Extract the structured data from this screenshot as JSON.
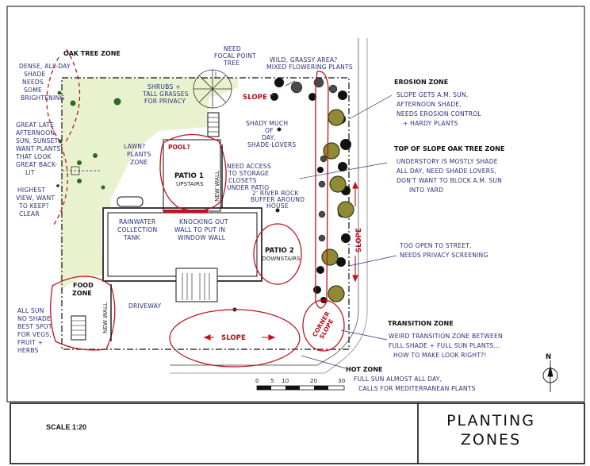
{
  "zones": {
    "oak_tree": "OAK TREE ZONE",
    "erosion": "EROSION ZONE",
    "top_of_slope": "TOP OF SLOPE OAK TREE ZONE",
    "transition": "TRANSITION ZONE",
    "hot": "HOT ZONE",
    "food": [
      "FOOD",
      "ZONE"
    ]
  },
  "notes": {
    "dense_shade": [
      "DENSE, ALL-DAY",
      "SHADE",
      "NEEDS",
      "SOME",
      "BRIGHTENING"
    ],
    "great_late": [
      "GREAT LATE",
      "AFTERNOON",
      "SUN, SUNSET",
      "WANT PLANTS",
      "THAT LOOK",
      "GREAT BACK-",
      "LIT"
    ],
    "highest_view": [
      "HIGHEST",
      "VIEW, WANT",
      "TO KEEP?",
      "CLEAR"
    ],
    "need_focal": [
      "NEED",
      "FOCAL POINT",
      "TREE"
    ],
    "wild_grassy": [
      "WILD, GRASSY AREA?",
      "MIXED FLOWERING PLANTS"
    ],
    "shrubs": [
      "SHRUBS +",
      "TALL GRASSES",
      "FOR PRIVACY"
    ],
    "lawn": [
      "LAWN?",
      "PLANTS",
      "ZONE"
    ],
    "shady": [
      "SHADY MUCH",
      "OF",
      "DAY,",
      "SHADE-LOVERS"
    ],
    "need_access": [
      "NEED ACCESS",
      "TO STORAGE",
      "CLOSETS",
      "UNDER PATIO"
    ],
    "river_rock": [
      "2' RIVER ROCK",
      "BUFFER AROUND",
      "HOUSE"
    ],
    "rainwater": [
      "RAINWATER",
      "COLLECTION",
      "TANK"
    ],
    "knocking_out": [
      "KNOCKING OUT",
      "WALL TO PUT IN",
      "WINDOW WALL"
    ],
    "erosion_desc": [
      "SLOPE GETS A.M. SUN,",
      "AFTERNOON SHADE,",
      "NEEDS EROSION CONTROL",
      "+ HARDY PLANTS"
    ],
    "top_slope_desc": [
      "UNDERSTORY IS MOSTLY SHADE",
      "ALL DAY, NEED SHADE LOVERS,",
      "DON'T WANT TO BLOCK A.M. SUN",
      "INTO YARD"
    ],
    "too_open": [
      "TOO OPEN TO STREET,",
      "NEEDS PRIVACY SCREENING"
    ],
    "transition_desc": [
      "WEIRD TRANSITION ZONE BETWEEN",
      "FULL SHADE + FULL SUN PLANTS...",
      "HOW TO MAKE LOOK RIGHT?!"
    ],
    "hot_desc": [
      "FULL SUN ALMOST ALL DAY,",
      "CALLS FOR MEDITERRANEAN PLANTS"
    ],
    "all_sun": [
      "ALL SUN",
      "NO SHADE",
      "BEST SPOT",
      "FOR VEGS,",
      "FRUIT +",
      "HERBS"
    ],
    "driveway": "DRIVEWAY"
  },
  "red_labels": {
    "slope_top": "SLOPE",
    "slope_bottom": "SLOPE",
    "slope_right": "SLOPE",
    "pool": "POOL?",
    "patio1": "PATIO 1",
    "patio1_sub": "UPSTAIRS",
    "patio2": "PATIO 2",
    "patio2_sub": "DOWNSTAIRS",
    "corner_slope": [
      "CORNER",
      "SLOPE"
    ]
  },
  "walls": {
    "new_wall_upper": "NEW WALL",
    "new_wall_lower": "NEW WALL"
  },
  "scale_bar": {
    "ticks": [
      "0",
      "5",
      "10",
      "20",
      "30"
    ]
  },
  "north": "N",
  "title_block": {
    "scale": "SCALE 1:20",
    "title": [
      "PLANTING",
      "ZONES"
    ]
  },
  "colors": {
    "lawn": "#e9f2cf",
    "zone_red": "#c1121f",
    "ink_blue": "#2a2f7a",
    "tree_green": "#2e6b1f"
  }
}
